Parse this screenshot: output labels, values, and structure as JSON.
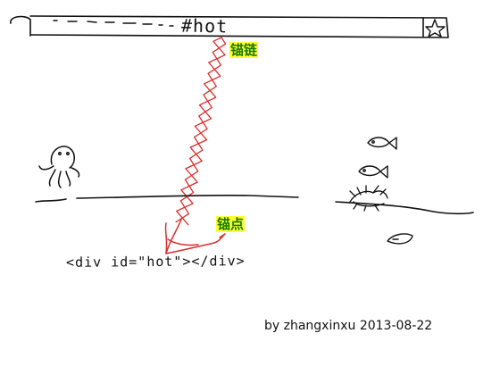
{
  "address_bar": {
    "url_text": "#hot"
  },
  "labels": {
    "anchor_chain": "锚链",
    "anchor_point": "锚点"
  },
  "code_snippet": "<div id=\"hot\"></div>",
  "credit": "by zhangxinxu 2013-08-22",
  "colors": {
    "sketch_ink": "#111111",
    "chain": "#d93030",
    "label_text": "#1a7a00",
    "label_highlight": "#ffff33"
  }
}
